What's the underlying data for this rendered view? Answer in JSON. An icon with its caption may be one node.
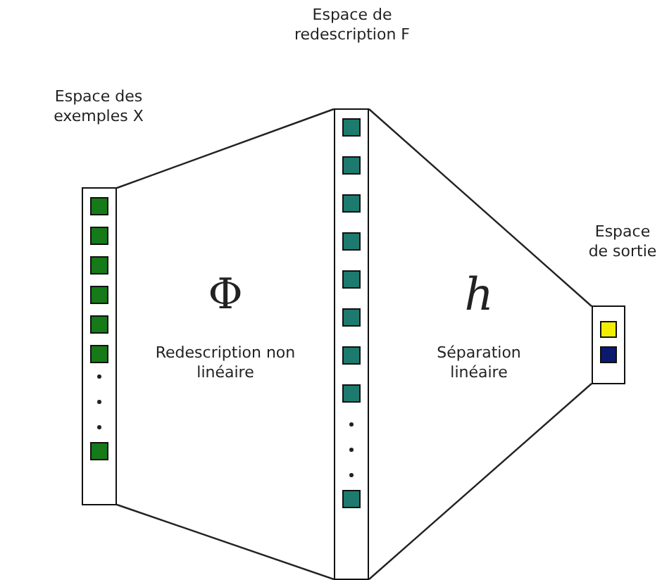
{
  "diagram": {
    "nodes": [
      {
        "text": [
          "Espace des exemples X"
        ]
      },
      {
        "text": [
          "Espace de redescription F"
        ]
      },
      {
        "text": [
          "Espace de sortie"
        ]
      }
    ],
    "edges": [
      {
        "from": 0,
        "to": 1,
        "arrow": "none"
      },
      {
        "from": 0,
        "to": 1,
        "arrow": "none"
      },
      {
        "from": 1,
        "to": 2,
        "arrow": "none"
      },
      {
        "from": 1,
        "to": 2,
        "arrow": "none"
      }
    ],
    "labels": [
      "Φ",
      "Redescription non linéaire",
      "h",
      "Séparation linéaire"
    ]
  }
}
